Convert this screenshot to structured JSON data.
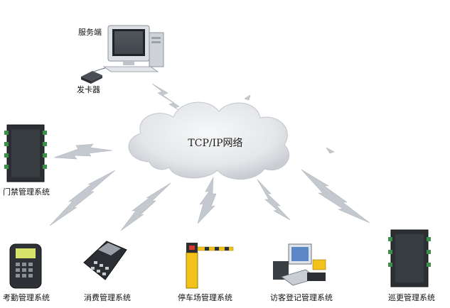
{
  "center": {
    "label": "TCP/IP网络"
  },
  "nodes": {
    "server": {
      "label": "服务端"
    },
    "card_issuer": {
      "label": "发卡器"
    },
    "access_control": {
      "label": "门禁管理系统"
    },
    "attendance": {
      "label": "考勤管理系统"
    },
    "consumption": {
      "label": "消费管理系统"
    },
    "parking": {
      "label": "停车场管理系统"
    },
    "visitor": {
      "label": "访客登记管理系统"
    },
    "patrol": {
      "label": "巡更管理系统"
    }
  },
  "colors": {
    "lightning": "#c4c9cf",
    "cloud": "#d6d9dd",
    "device_dark": "#2b2f33",
    "barrier_yellow": "#f2c21b"
  }
}
